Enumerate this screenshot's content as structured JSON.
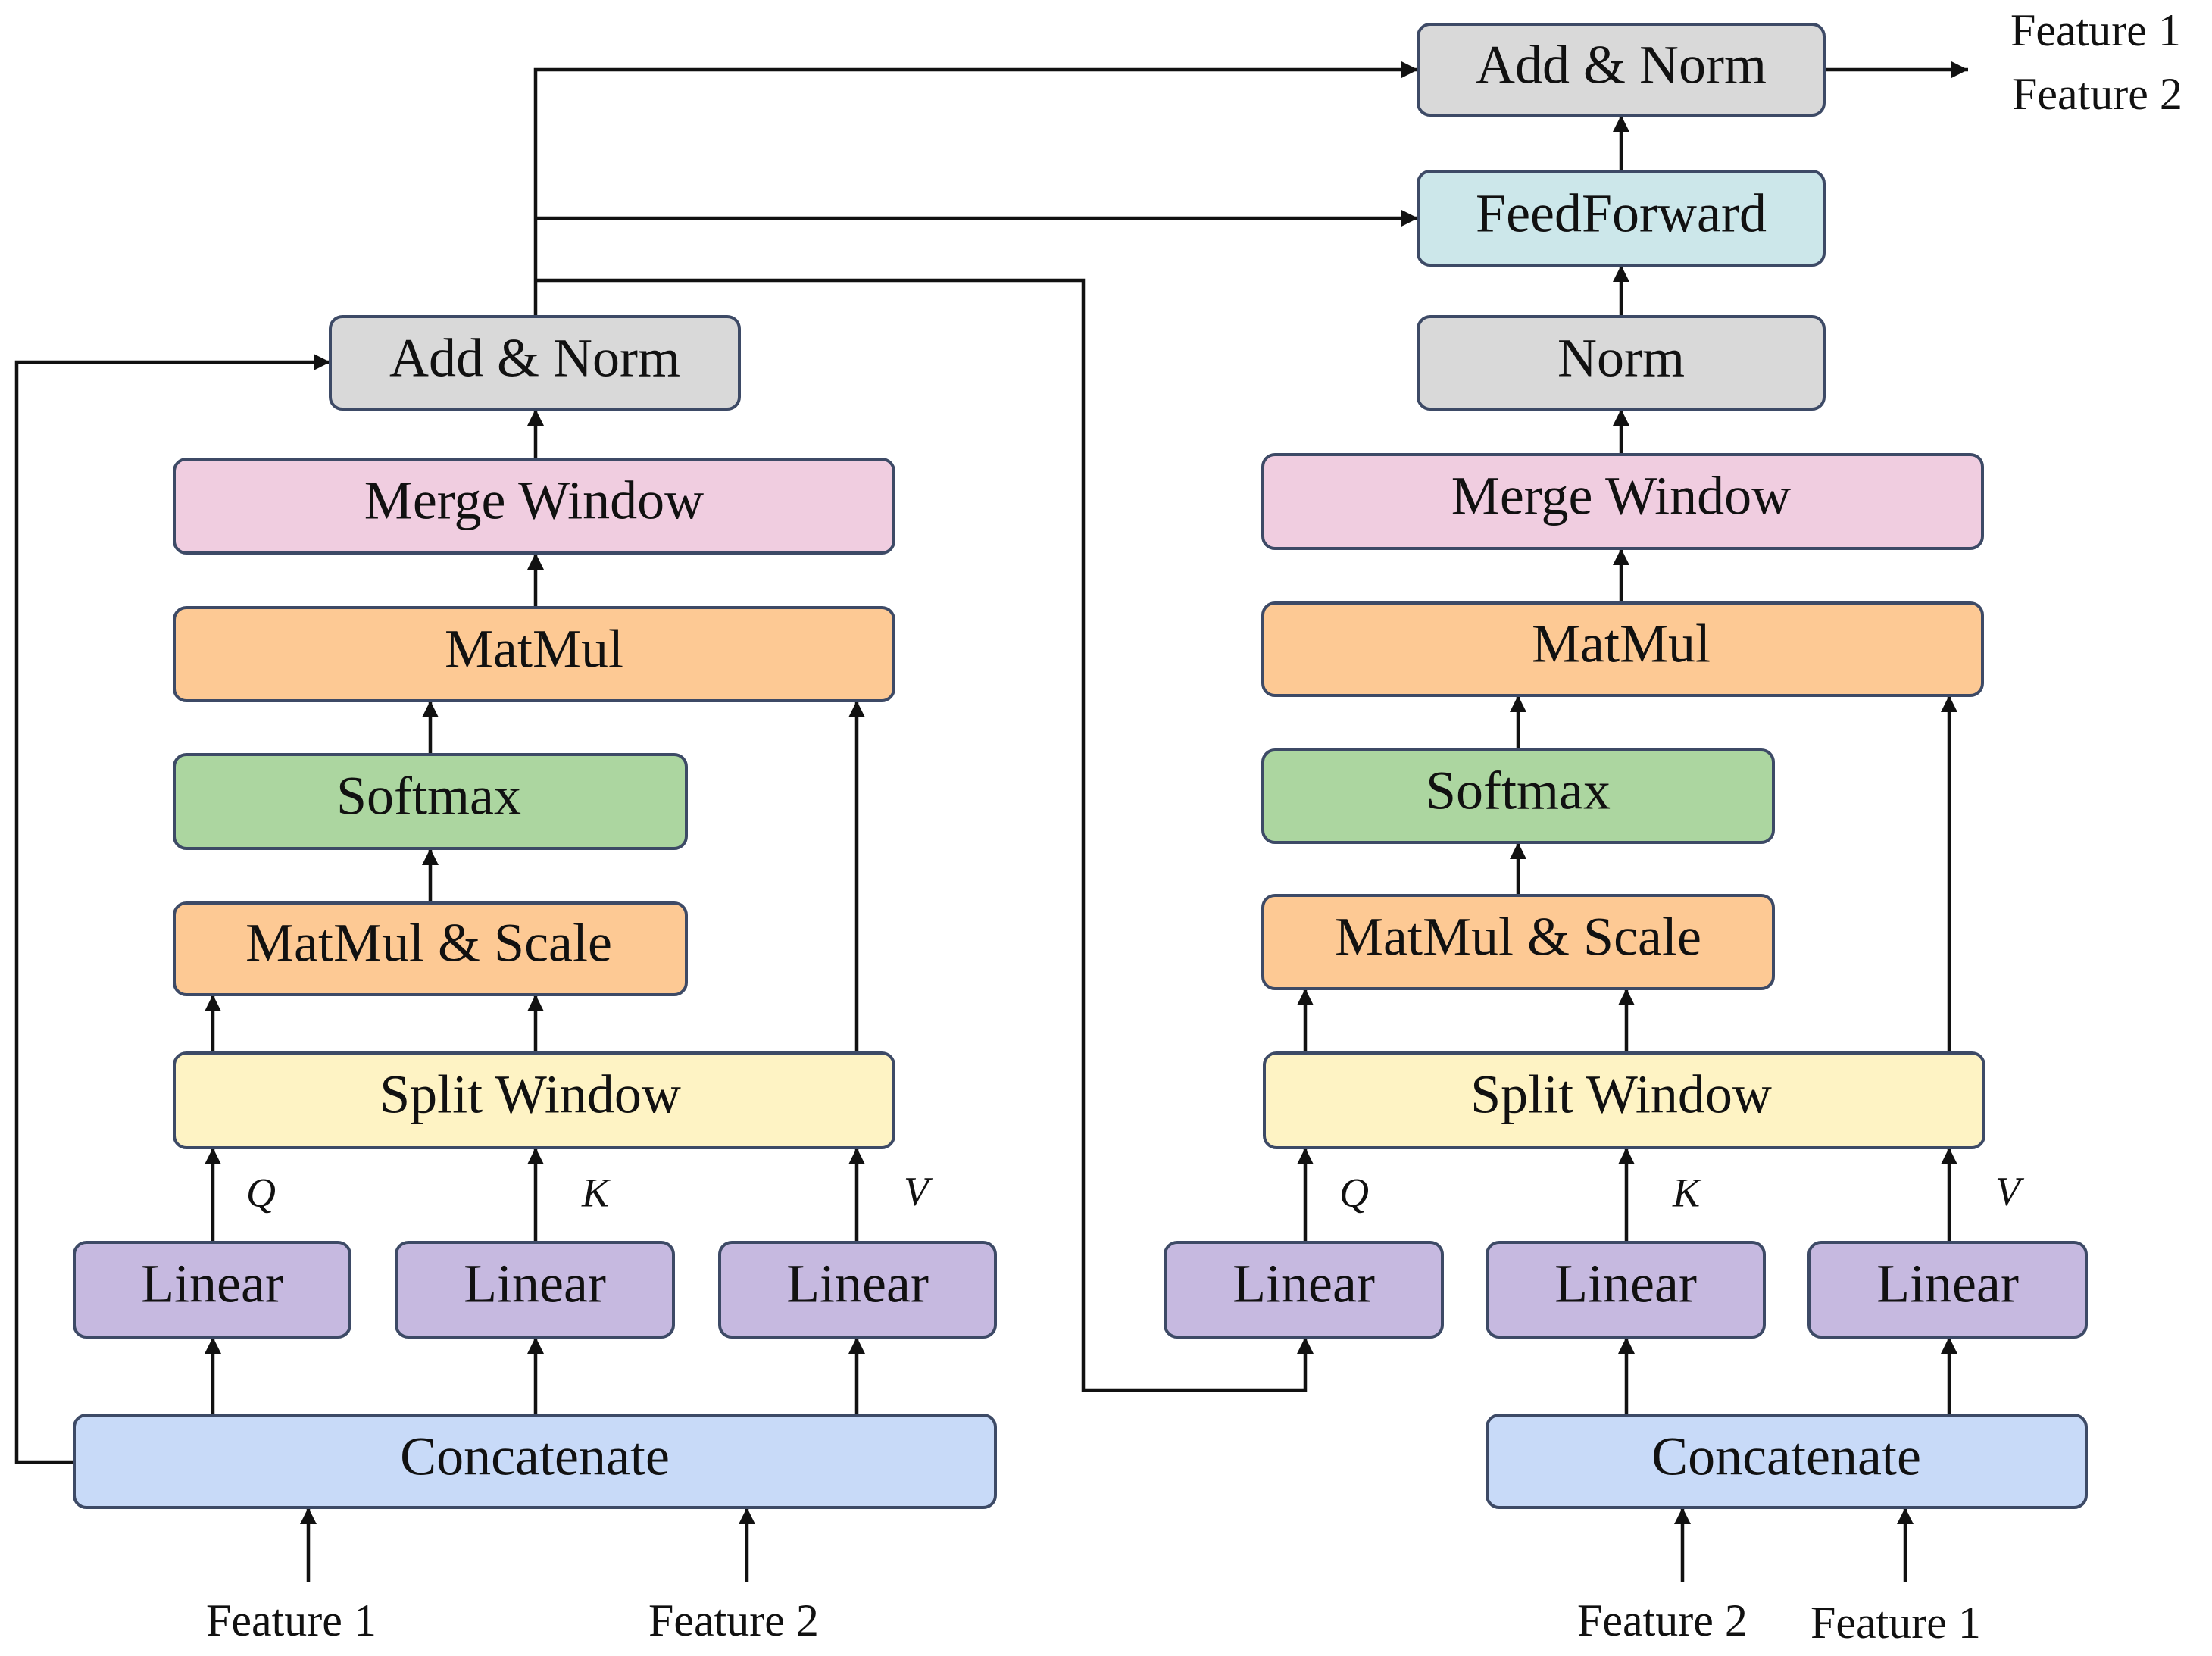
{
  "colors": {
    "add_norm": "#d9d9d9",
    "norm": "#d9d9d9",
    "feedforward": "#cce7ea",
    "merge_window": "#f0cde0",
    "matmul": "#fdc994",
    "softmax": "#acd6a0",
    "matmul_scale": "#fdc994",
    "split_window": "#fef3c4",
    "linear": "#c6b9e0",
    "concatenate": "#c8daf8",
    "stroke": "#3d4a66",
    "line": "#111111"
  },
  "left_block": {
    "add_norm": "Add & Norm",
    "merge_window": "Merge Window",
    "matmul": "MatMul",
    "softmax": "Softmax",
    "matmul_scale": "MatMul & Scale",
    "split_window": "Split Window",
    "linear_q": "Linear",
    "linear_k": "Linear",
    "linear_v": "Linear",
    "concatenate": "Concatenate",
    "q_label": "Q",
    "k_label": "K",
    "v_label": "V",
    "input_1": "Feature 1",
    "input_2": "Feature 2"
  },
  "right_block": {
    "add_norm": "Add & Norm",
    "feedforward": "FeedForward",
    "norm": "Norm",
    "merge_window": "Merge Window",
    "matmul": "MatMul",
    "softmax": "Softmax",
    "matmul_scale": "MatMul & Scale",
    "split_window": "Split Window",
    "linear_q": "Linear",
    "linear_k": "Linear",
    "linear_v": "Linear",
    "concatenate": "Concatenate",
    "q_label": "Q",
    "k_label": "K",
    "v_label": "V",
    "input_1": "Feature 2",
    "input_2": "Feature 1"
  },
  "outputs": {
    "output_1": "Feature 1",
    "output_2": "Feature 2"
  }
}
